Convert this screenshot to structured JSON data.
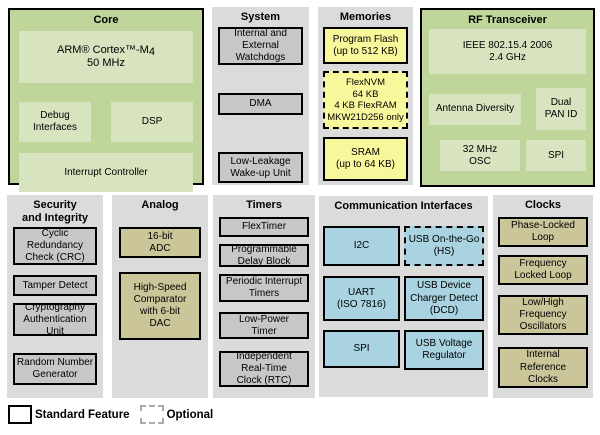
{
  "colors": {
    "green_container": "#c0d59a",
    "green_inner": "#d7e4bf",
    "gray_container": "#dbdbdb",
    "gray_inner": "#c7c7c7",
    "memory_yellow": "#f9f79b",
    "comm_blue": "#a9d3e0",
    "analog_tan": "#cac69a",
    "border": "#000000"
  },
  "core": {
    "title": "Core",
    "cpu_prefix": "ARM® Cortex™-M",
    "cpu_sub": "4",
    "cpu_line2": "50 MHz",
    "items": {
      "debug": "Debug\nInterfaces",
      "dsp": "DSP",
      "interrupt": "Interrupt Controller"
    }
  },
  "system": {
    "title": "System",
    "items": {
      "watchdogs": "Internal and\nExternal\nWatchdogs",
      "dma": "DMA",
      "llwu": "Low-Leakage\nWake-up Unit"
    }
  },
  "memories": {
    "title": "Memories",
    "items": {
      "program_flash": "Program Flash\n(up to 512 KB)",
      "flexnvm": "FlexNVM\n64 KB\n4 KB FlexRAM\nMKW21D256 only",
      "sram": "SRAM\n(up to 64 KB)"
    }
  },
  "rf": {
    "title": "RF Transceiver",
    "items": {
      "ieee": "IEEE 802.15.4 2006\n2.4 GHz",
      "antenna": "Antenna Diversity",
      "dual_pan": "Dual\nPAN ID",
      "osc": "32 MHz\nOSC",
      "spi": "SPI"
    }
  },
  "security": {
    "title": "Security\nand Integrity",
    "items": {
      "crc": "Cyclic\nRedundancy\nCheck (CRC)",
      "tamper": "Tamper Detect",
      "crypto": "Cryptography\nAuthentication\nUnit",
      "rng": "Random Number\nGenerator"
    }
  },
  "analog": {
    "title": "Analog",
    "items": {
      "adc": "16-bit\nADC",
      "comparator": "High-Speed\nComparator\nwith 6-bit\nDAC"
    }
  },
  "timers": {
    "title": "Timers",
    "items": {
      "flextimer": "FlexTimer",
      "pdb": "Programmable\nDelay Block",
      "pit": "Periodic Interrupt\nTimers",
      "lptimer": "Low-Power\nTimer",
      "rtc": "Independent\nReal-Time\nClock (RTC)"
    }
  },
  "comm": {
    "title": "Communication Interfaces",
    "items": {
      "i2c": "I2C",
      "usb_otg": "USB On-the-Go\n(HS)",
      "uart": "UART\n(ISO 7816)",
      "usb_dcd": "USB Device\nCharger Detect\n(DCD)",
      "spi": "SPI",
      "usb_vreg": "USB Voltage\nRegulator"
    }
  },
  "clocks": {
    "title": "Clocks",
    "items": {
      "pll": "Phase-Locked\nLoop",
      "fll": "Frequency\nLocked Loop",
      "lh_osc": "Low/High\nFrequency\nOscillators",
      "irc": "Internal\nReference\nClocks"
    }
  },
  "legend": {
    "standard": "Standard Feature",
    "optional": "Optional"
  }
}
